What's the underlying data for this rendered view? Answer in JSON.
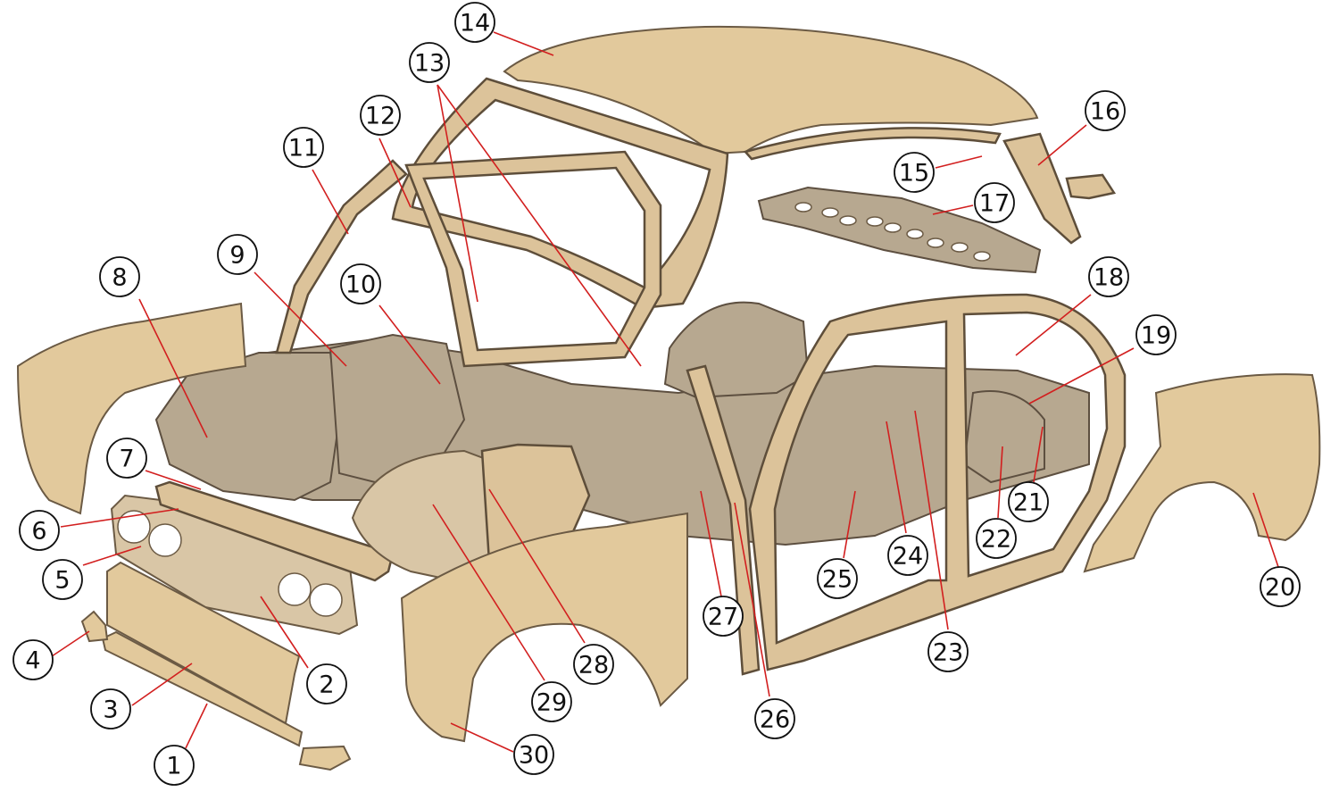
{
  "diagram": {
    "colors": {
      "panel_fill": "#e2c99c",
      "panel_stroke": "#6b5a44",
      "frame_fill": "#dcc39a",
      "underbody_fill": "#b7a890",
      "leader_line": "#d21f1f",
      "callout_fill": "#ffffff",
      "callout_text": "#111111"
    },
    "callouts": [
      {
        "id": "c1",
        "label": "1"
      },
      {
        "id": "c2",
        "label": "2"
      },
      {
        "id": "c3",
        "label": "3"
      },
      {
        "id": "c4",
        "label": "4"
      },
      {
        "id": "c5",
        "label": "5"
      },
      {
        "id": "c6",
        "label": "6"
      },
      {
        "id": "c7",
        "label": "7"
      },
      {
        "id": "c8",
        "label": "8"
      },
      {
        "id": "c9",
        "label": "9"
      },
      {
        "id": "c10",
        "label": "10"
      },
      {
        "id": "c11",
        "label": "11"
      },
      {
        "id": "c12",
        "label": "12"
      },
      {
        "id": "c13",
        "label": "13"
      },
      {
        "id": "c14",
        "label": "14"
      },
      {
        "id": "c15",
        "label": "15"
      },
      {
        "id": "c16",
        "label": "16"
      },
      {
        "id": "c17",
        "label": "17"
      },
      {
        "id": "c18",
        "label": "18"
      },
      {
        "id": "c19",
        "label": "19"
      },
      {
        "id": "c20",
        "label": "20"
      },
      {
        "id": "c21",
        "label": "21"
      },
      {
        "id": "c22",
        "label": "22"
      },
      {
        "id": "c23",
        "label": "23"
      },
      {
        "id": "c24",
        "label": "24"
      },
      {
        "id": "c25",
        "label": "25"
      },
      {
        "id": "c26",
        "label": "26"
      },
      {
        "id": "c27",
        "label": "27"
      },
      {
        "id": "c28",
        "label": "28"
      },
      {
        "id": "c29",
        "label": "29"
      },
      {
        "id": "c30",
        "label": "30"
      }
    ]
  }
}
